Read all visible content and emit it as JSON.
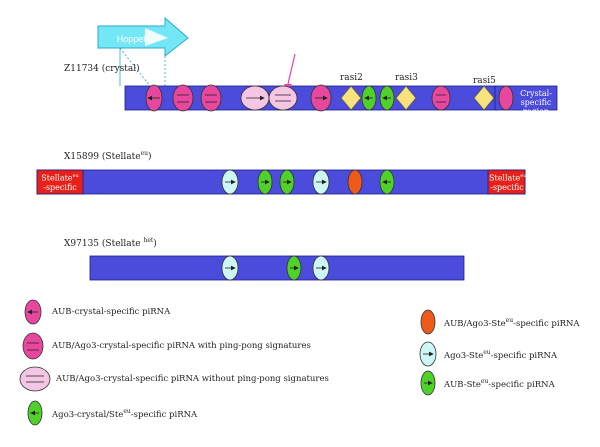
{
  "hoppel": {
    "label": "Hoppel"
  },
  "sequences": [
    {
      "id": "z11734",
      "label": "Z11734 (crystal)"
    },
    {
      "id": "x15899",
      "label": "X15899 (Stellate",
      "sup": "eu",
      "suffix": ")"
    },
    {
      "id": "x97135",
      "label": "X97135 (Stellate ",
      "sup": "het",
      "suffix": ")"
    }
  ],
  "rasi_labels": [
    "rasi2",
    "rasi3",
    "rasi5"
  ],
  "regions": {
    "crystal_specific": "Crystal-specific region",
    "stellate_left": {
      "main": "Stellate",
      "sup": "eu",
      "rest": "-specific"
    },
    "stellate_right": {
      "main": "Stellate",
      "sup": "eu",
      "rest": "-specific"
    }
  },
  "legend": {
    "left": [
      {
        "text": "AUB-crystal-specific piRNA"
      },
      {
        "text": "AUB/Ago3-crystal-specific piRNA with ping-pong signatures"
      },
      {
        "text": "AUB/Ago3-crystal-specific piRNA without ping-pong signatures"
      },
      {
        "text": "Ago3-crystal/Ste",
        "sup": "eu",
        "rest": "-specific piRNA"
      }
    ],
    "right": [
      {
        "text": "AUB/Ago3-Ste",
        "sup": "eu",
        "rest": "-specific piRNA"
      },
      {
        "text": "Ago3-Ste",
        "sup": "eu",
        "rest": "-specific piRNA"
      },
      {
        "text": "AUB-Ste",
        "sup": "eu",
        "rest": "-specific piRNA"
      }
    ]
  },
  "colors": {
    "bar": "#4b4bdc",
    "bar_stroke": "#1b1b8a",
    "red_region": "#e8201a",
    "magenta": "#e8479e",
    "pink_pale": "#f4c6e4",
    "green": "#4fd12a",
    "yellow": "#f7e27b",
    "orange": "#ee5a1a",
    "light_cyan": "#cdf7f4",
    "hoppel_cyan": "#74e7f7",
    "pointer": "#ee3fa2"
  }
}
